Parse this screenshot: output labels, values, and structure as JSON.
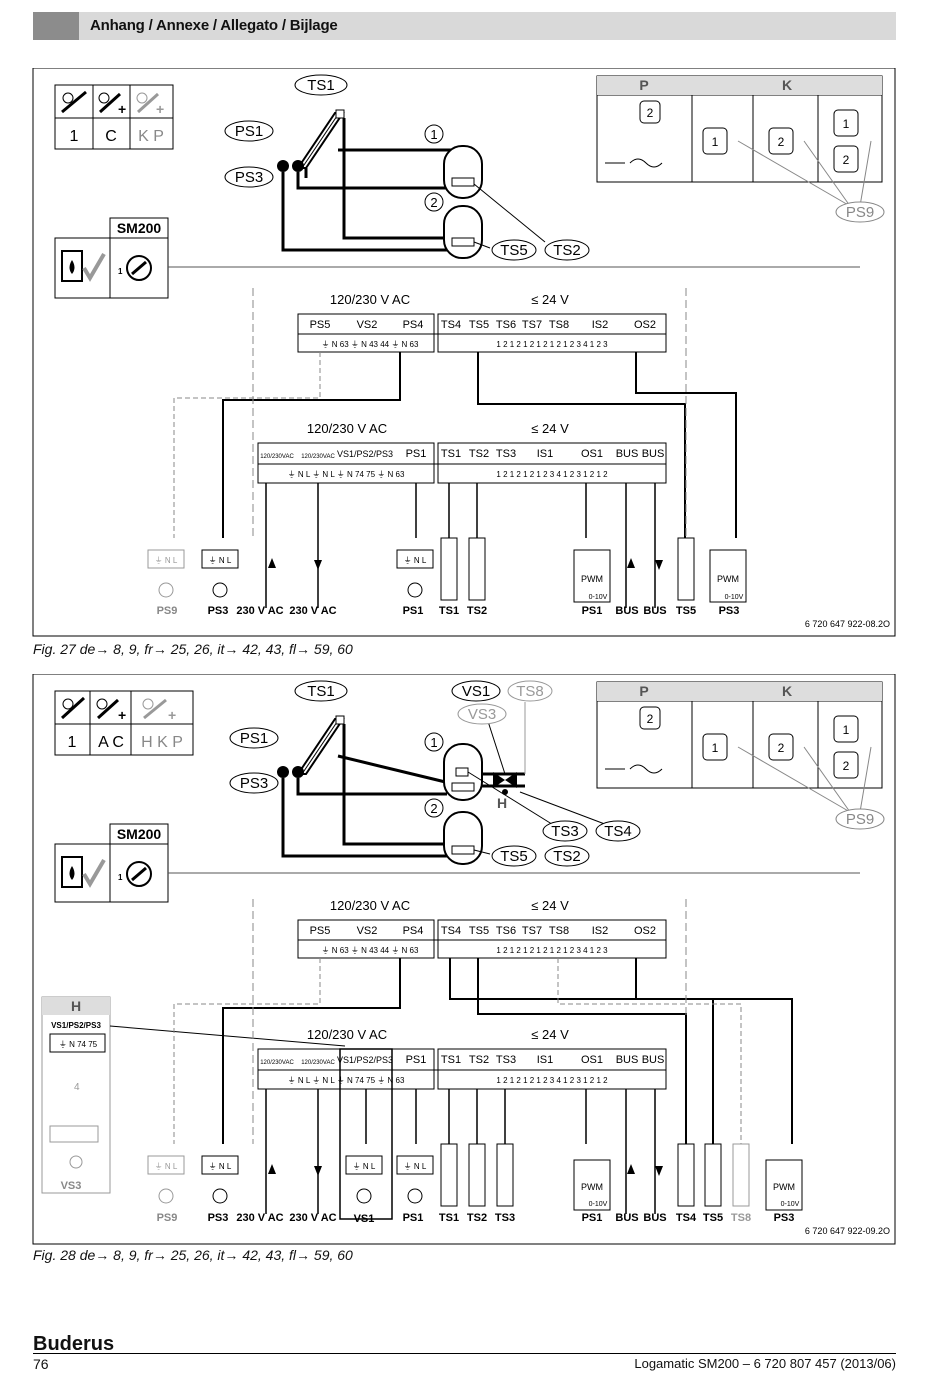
{
  "header": {
    "title": "Anhang / Annexe / Allegato / Bijlage"
  },
  "labels": {
    "PS1": "PS1",
    "PS3": "PS3",
    "PS4": "PS4",
    "PS5": "PS5",
    "PS9": "PS9",
    "TS1": "TS1",
    "TS2": "TS2",
    "TS3": "TS3",
    "TS4": "TS4",
    "TS5": "TS5",
    "TS6": "TS6",
    "TS7": "TS7",
    "TS8": "TS8",
    "VS1": "VS1",
    "VS2": "VS2",
    "VS3": "VS3",
    "IS1": "IS1",
    "IS2": "IS2",
    "OS1": "OS1",
    "OS2": "OS2",
    "BUS": "BUS",
    "SM200": "SM200",
    "P": "P",
    "K": "K",
    "H": "H",
    "ac": "120/230 V AC",
    "dc": "≤ 24 V",
    "vac": "120/230VAC",
    "vs1ps2ps3": "VS1/PS2/PS3",
    "pwm": "PWM",
    "v010": "0-10V",
    "mains": "230 V AC",
    "n1": "1",
    "n2": "2",
    "n4": "4",
    "t_N": "N",
    "t_L": "L",
    "t_63": "63",
    "t_43": "43",
    "t_44": "44",
    "t_74": "74",
    "t_75": "75",
    "t_1": "1",
    "t_2": "2",
    "t_3": "3",
    "t_4": "4"
  },
  "fig27": {
    "code_row": [
      "1",
      "C",
      "K P"
    ],
    "ref": "6 720 647 922-08.2O",
    "caption": "Fig. 27    de→ 8, 9, fr→ 25, 26, it→ 42, 43, fl→ 59, 60"
  },
  "fig28": {
    "code_row": [
      "1",
      "A C",
      "H K P"
    ],
    "ref": "6 720 647 922-09.2O",
    "caption": "Fig. 28    de→ 8, 9, fr→ 25, 26, it→ 42, 43, fl→ 59, 60"
  },
  "footer": {
    "brand": "Buderus",
    "page": "76",
    "doc": "Logamatic SM200 – 6 720 807 457 (2013/06)"
  }
}
